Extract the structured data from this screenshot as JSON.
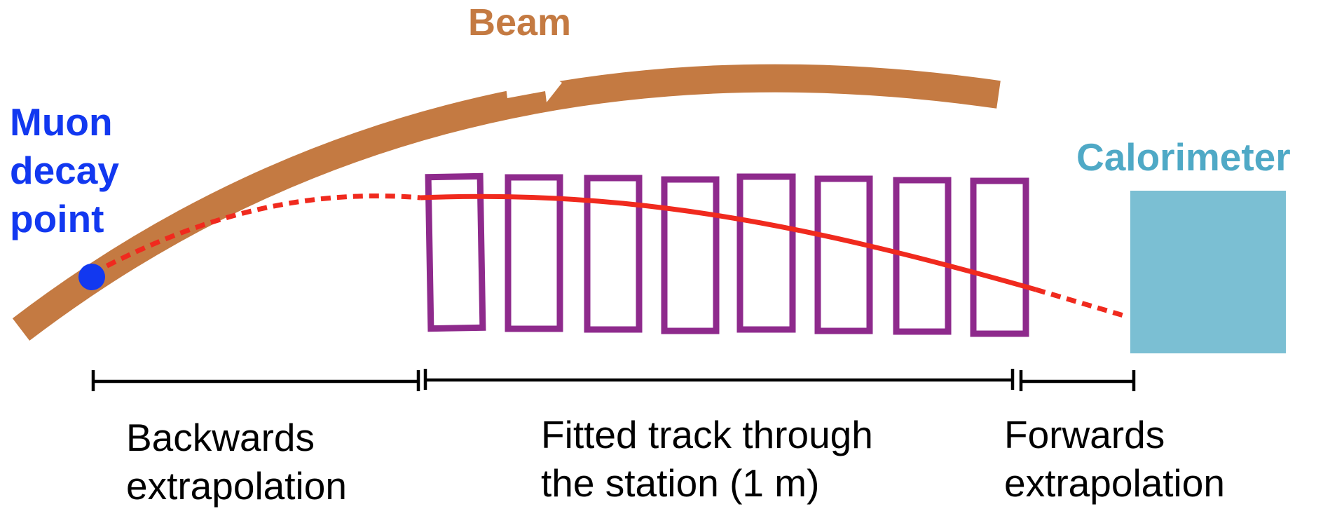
{
  "labels": {
    "beam": "Beam",
    "muon_decay_point": "Muon\ndecay\npoint",
    "calorimeter": "Calorimeter",
    "backwards": "Backwards\nextrapolation",
    "fitted": "Fitted track through\nthe station (1 m)",
    "forwards": "Forwards\nextrapolation"
  },
  "colors": {
    "beam": "#c47a42",
    "muon": "#1238f0",
    "calorimeter_label": "#4fa9c6",
    "calorimeter_box": "#7bbfd3",
    "straw_modules": "#8e2a8c",
    "track": "#f02a1e",
    "scale_bar": "#000000",
    "text": "#000000"
  },
  "diagram": {
    "straw_module_count": 8
  }
}
